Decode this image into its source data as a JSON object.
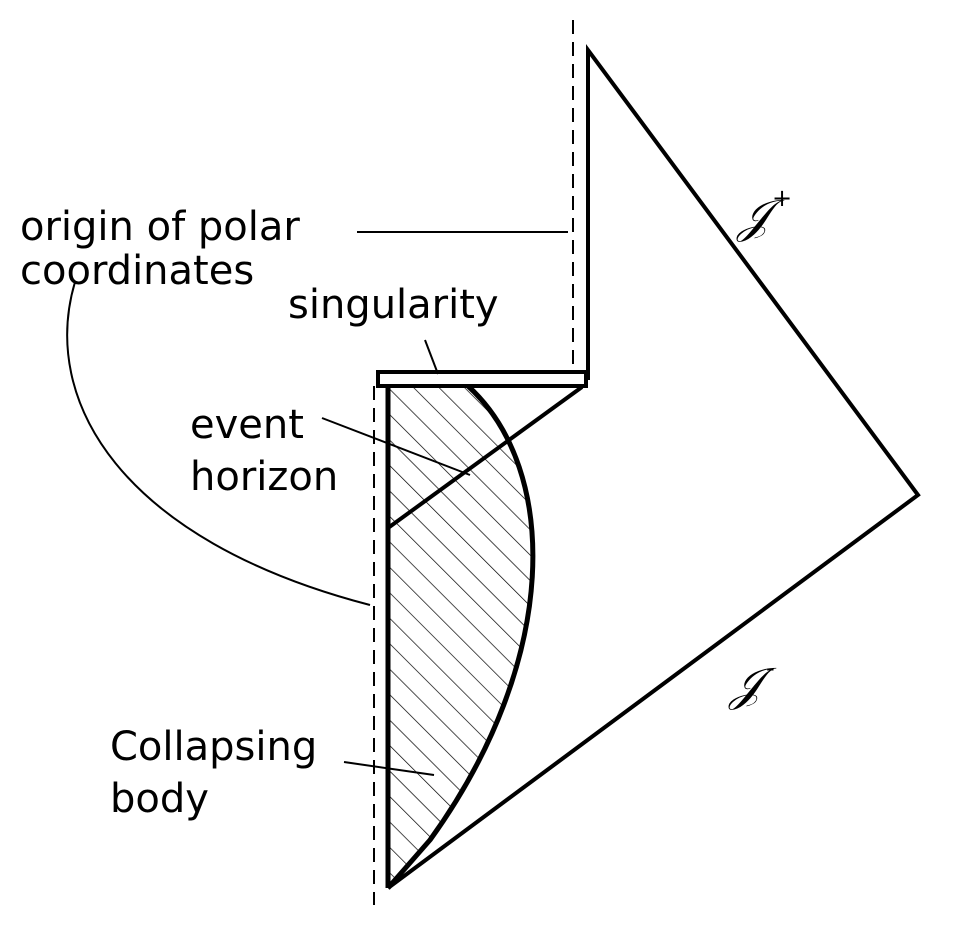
{
  "labels": {
    "origin_line1": "origin of polar",
    "origin_line2": "coordinates",
    "singularity": "singularity",
    "event_line1": "event",
    "event_line2": "horizon",
    "collapsing_line1": "Collapsing",
    "collapsing_line2": "body",
    "scri_plus": "𝒥",
    "scri_plus_sign": "+",
    "scri_minus": "𝒥",
    "scri_minus_sign": "-"
  },
  "colors": {
    "ink": "#000000",
    "background": "#ffffff"
  }
}
